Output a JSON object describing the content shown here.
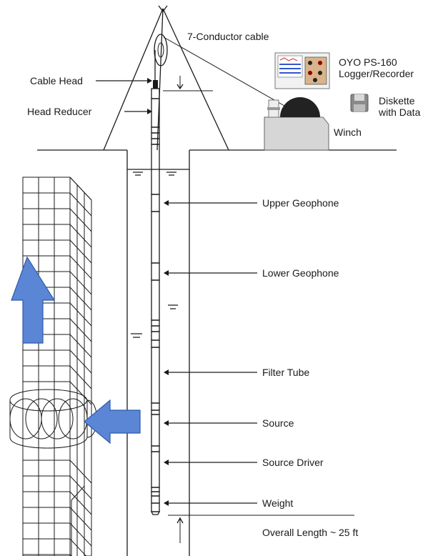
{
  "labels": {
    "cable": "7-Conductor cable",
    "cable_head": "Cable Head",
    "head_reducer": "Head Reducer",
    "logger_line1": "OYO PS-160",
    "logger_line2": "Logger/Recorder",
    "diskette_line1": "Diskette",
    "diskette_line2": "with Data",
    "winch": "Winch",
    "upper_geophone": "Upper Geophone",
    "lower_geophone": "Lower Geophone",
    "filter_tube": "Filter Tube",
    "source": "Source",
    "source_driver": "Source Driver",
    "weight": "Weight",
    "overall_length": "Overall Length ~ 25 ft"
  },
  "colors": {
    "arrow_fill": "#5b86d6",
    "arrow_stroke": "#2f5aa8",
    "probe_shade": "#cfcfcf",
    "ink": "#1a1a1a"
  },
  "icons": {
    "logger": "logger-recorder-icon",
    "diskette": "diskette-icon",
    "winch": "winch-icon",
    "tripod": "tripod-icon",
    "pulley": "pulley-icon"
  }
}
